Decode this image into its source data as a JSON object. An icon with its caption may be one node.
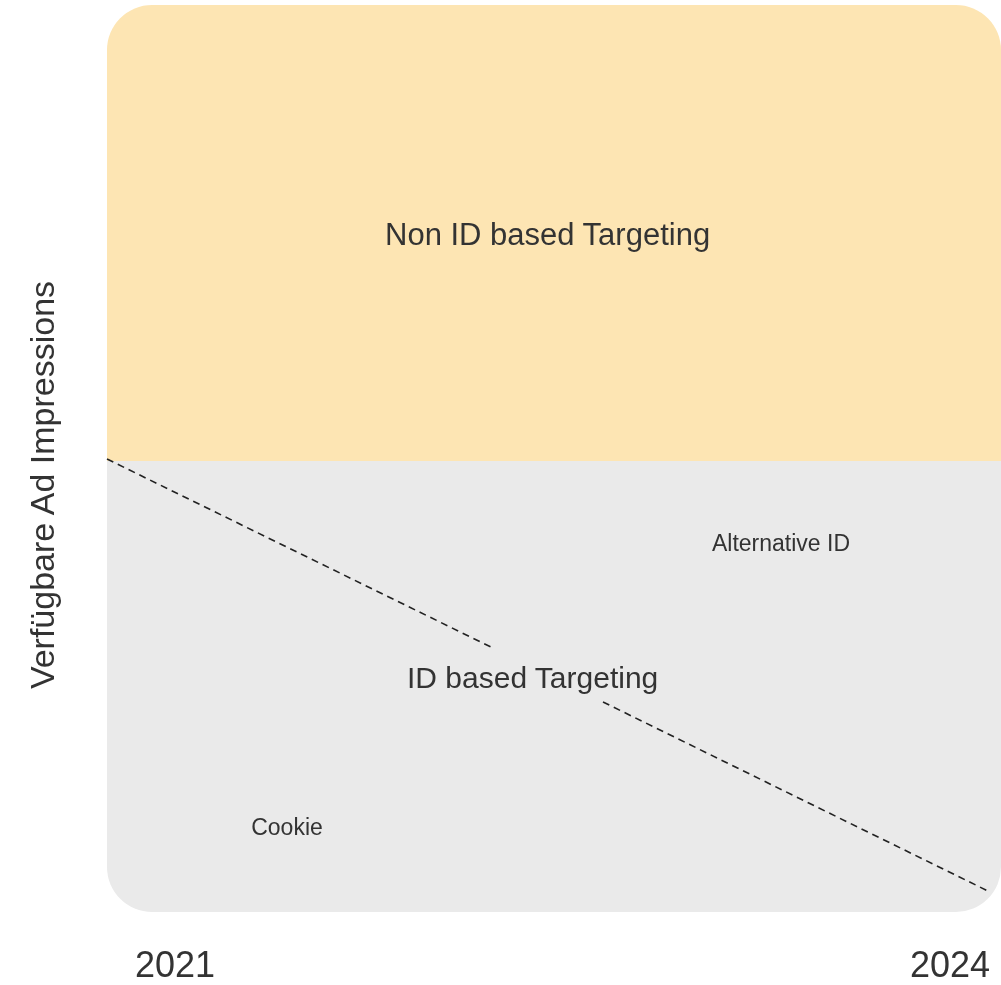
{
  "diagram": {
    "nodes": [
      {
        "text": [
          "Non ID based Targeting"
        ]
      },
      {
        "text": [
          "ID based Targeting"
        ]
      }
    ],
    "labels": [
      "Verfügbare Ad Impressions",
      "Alternative ID",
      "Cookie",
      "2021",
      "2024"
    ]
  }
}
